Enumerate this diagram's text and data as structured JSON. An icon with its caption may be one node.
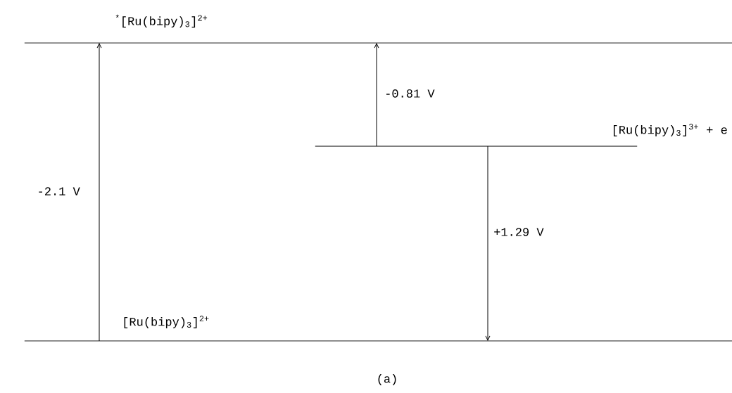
{
  "diagram": {
    "caption": "(a)",
    "nodes": [
      {
        "text": [
          "$^{*}$[Ru(bipy)$_{3}$]$^{2+}$"
        ]
      },
      {
        "text": [
          "[Ru(bipy)$_{3}$]$^{3+}$ + e"
        ]
      },
      {
        "text": [
          "[Ru(bipy)$_{3}$]$^{2+}$"
        ]
      }
    ],
    "edges": [
      {
        "from": 2,
        "to": 0,
        "arrow": "to",
        "label": "-2.1 V"
      },
      {
        "from": 1,
        "to": 0,
        "arrow": "to",
        "label": "-0.81 V"
      },
      {
        "from": 1,
        "to": 2,
        "arrow": "to",
        "label": "+1.29 V"
      }
    ]
  }
}
